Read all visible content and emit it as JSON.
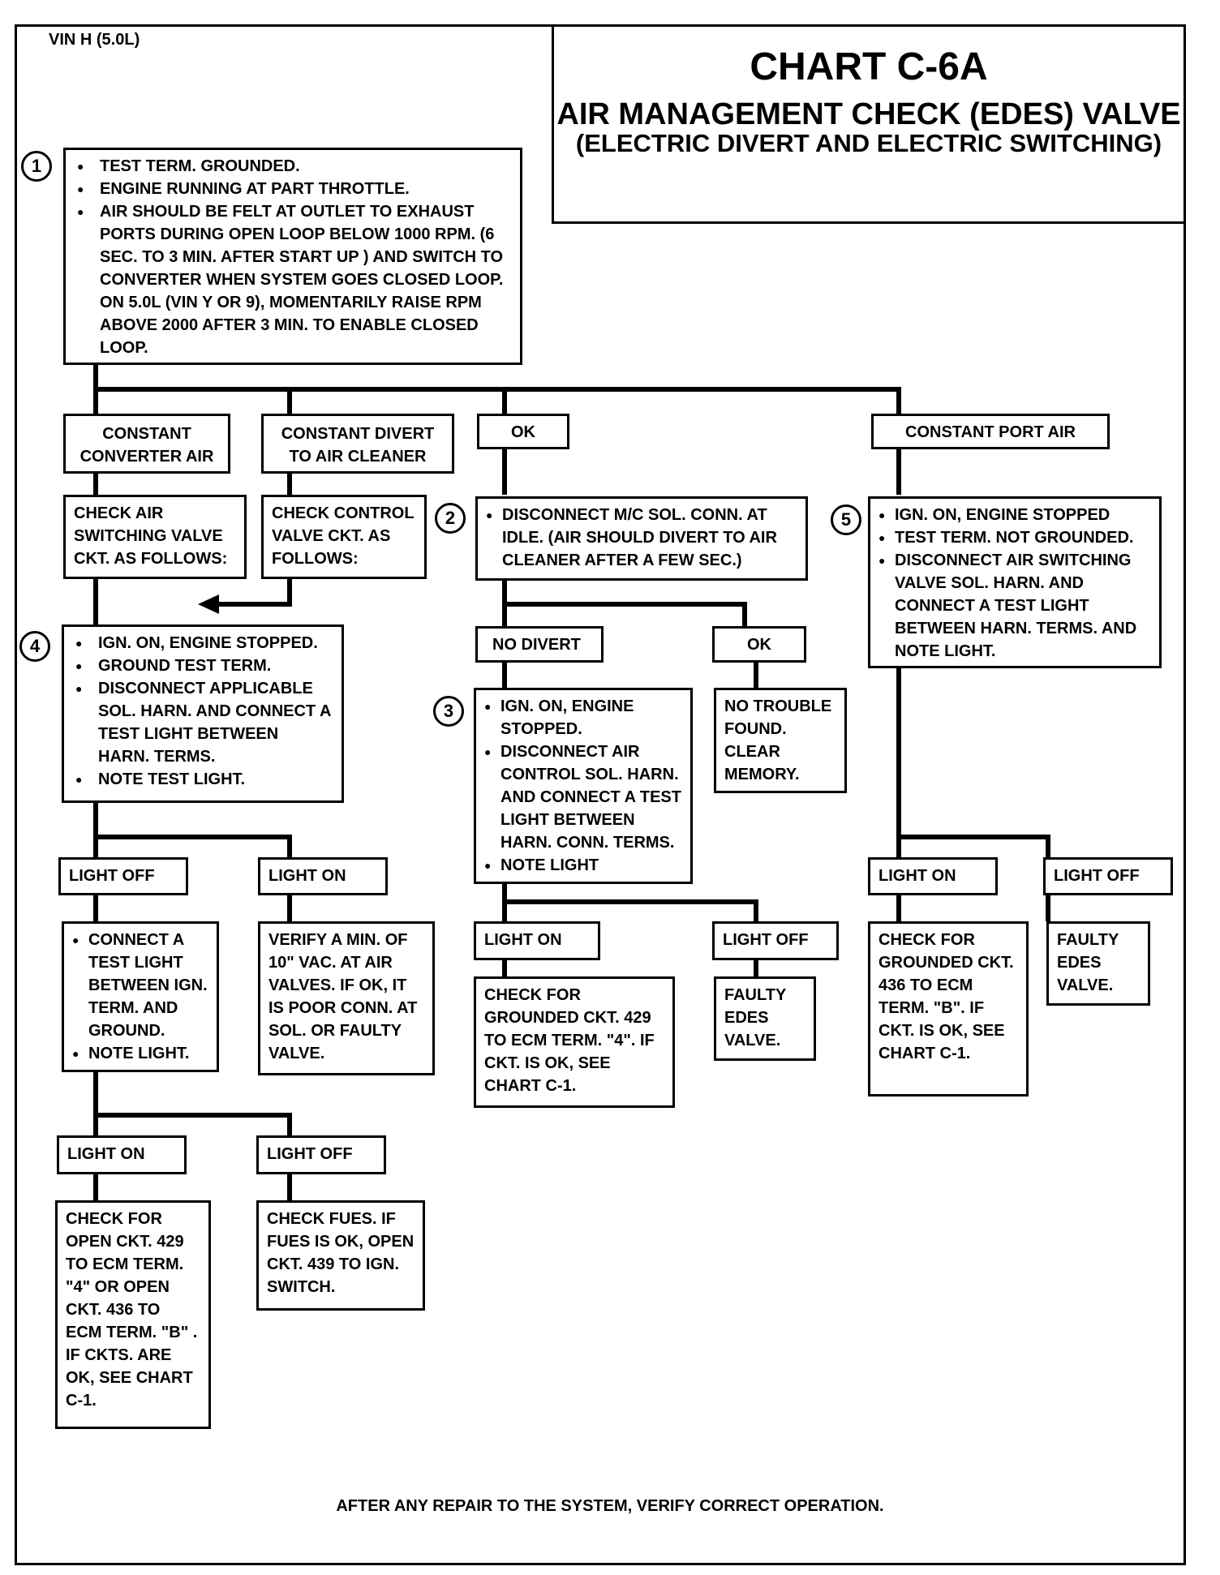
{
  "header": {
    "vin": "VIN H (5.0L)",
    "chart_id": "CHART C-6A",
    "title": "AIR MANAGEMENT CHECK (EDES) VALVE",
    "subtitle": "(ELECTRIC DIVERT AND ELECTRIC SWITCHING)"
  },
  "steps": [
    "1",
    "2",
    "3",
    "4",
    "5"
  ],
  "step1": {
    "items": [
      "TEST TERM. GROUNDED.",
      "ENGINE RUNNING AT PART THROTTLE.",
      "AIR SHOULD BE FELT AT OUTLET TO EXHAUST PORTS DURING OPEN LOOP BELOW 1000 RPM. (6 SEC. TO 3 MIN. AFTER START UP ) AND SWITCH TO CONVERTER WHEN SYSTEM GOES CLOSED LOOP.  ON 5.0L (VIN Y OR 9), MOMENTARILY RAISE RPM ABOVE 2000 AFTER 3 MIN. TO ENABLE CLOSED LOOP."
    ]
  },
  "results": {
    "constant_converter_air": "CONSTANT CONVERTER AIR",
    "constant_divert": "CONSTANT DIVERT TO AIR CLEANER",
    "ok": "OK",
    "constant_port_air": "CONSTANT PORT AIR"
  },
  "checks": {
    "air_switching": "CHECK AIR SWITCHING VALVE CKT. AS FOLLOWS:",
    "control_valve": "CHECK CONTROL VALVE CKT. AS FOLLOWS:"
  },
  "step2": {
    "items": [
      "DISCONNECT M/C SOL. CONN. AT IDLE.  (AIR SHOULD DIVERT TO AIR CLEANER AFTER A FEW SEC.)"
    ],
    "no_divert": "NO DIVERT",
    "ok": "OK",
    "no_trouble": "NO TROUBLE FOUND. CLEAR MEMORY."
  },
  "step3": {
    "items": [
      "IGN. ON, ENGINE STOPPED.",
      "DISCONNECT AIR CONTROL SOL. HARN. AND CONNECT A TEST LIGHT BETWEEN HARN. CONN. TERMS.",
      "NOTE LIGHT"
    ],
    "light_on": "LIGHT ON",
    "light_off": "LIGHT OFF",
    "on_result": "CHECK FOR GROUNDED CKT. 429 TO ECM TERM. \"4\". IF CKT. IS OK, SEE CHART C-1.",
    "off_result": "FAULTY EDES VALVE."
  },
  "step4": {
    "items": [
      "IGN. ON, ENGINE STOPPED.",
      "GROUND TEST TERM.",
      "DISCONNECT APPLICABLE SOL. HARN. AND CONNECT A TEST LIGHT BETWEEN HARN. TERMS.",
      "NOTE TEST LIGHT."
    ],
    "light_off": "LIGHT OFF",
    "light_on": "LIGHT ON",
    "connect_items": [
      "CONNECT A TEST LIGHT BETWEEN IGN. TERM. AND GROUND.",
      "NOTE LIGHT."
    ],
    "verify": "VERIFY A MIN. OF 10\" VAC. AT AIR VALVES.  IF OK, IT IS POOR CONN. AT SOL. OR FAULTY VALVE.",
    "light_on_2": "LIGHT ON",
    "light_off_2": "LIGHT OFF",
    "open_ckt": "CHECK FOR OPEN CKT. 429 TO ECM TERM. \"4\" OR OPEN CKT. 436 TO ECM TERM. \"B\" .  IF CKTS. ARE OK, SEE CHART C-1.",
    "fuse": "CHECK FUES.  IF FUES IS OK, OPEN CKT. 439 TO IGN. SWITCH."
  },
  "step5": {
    "items": [
      "IGN. ON, ENGINE STOPPED",
      "TEST TERM. NOT GROUNDED.",
      "DISCONNECT AIR SWITCHING VALVE SOL. HARN. AND CONNECT A TEST LIGHT BETWEEN HARN. TERMS. AND NOTE LIGHT."
    ],
    "light_on": "LIGHT ON",
    "light_off": "LIGHT OFF",
    "on_result": "CHECK FOR GROUNDED CKT. 436 TO ECM TERM. \"B\". IF CKT. IS OK, SEE CHART C-1.",
    "off_result": "FAULTY EDES VALVE."
  },
  "footer": "AFTER ANY REPAIR TO THE SYSTEM, VERIFY CORRECT OPERATION."
}
